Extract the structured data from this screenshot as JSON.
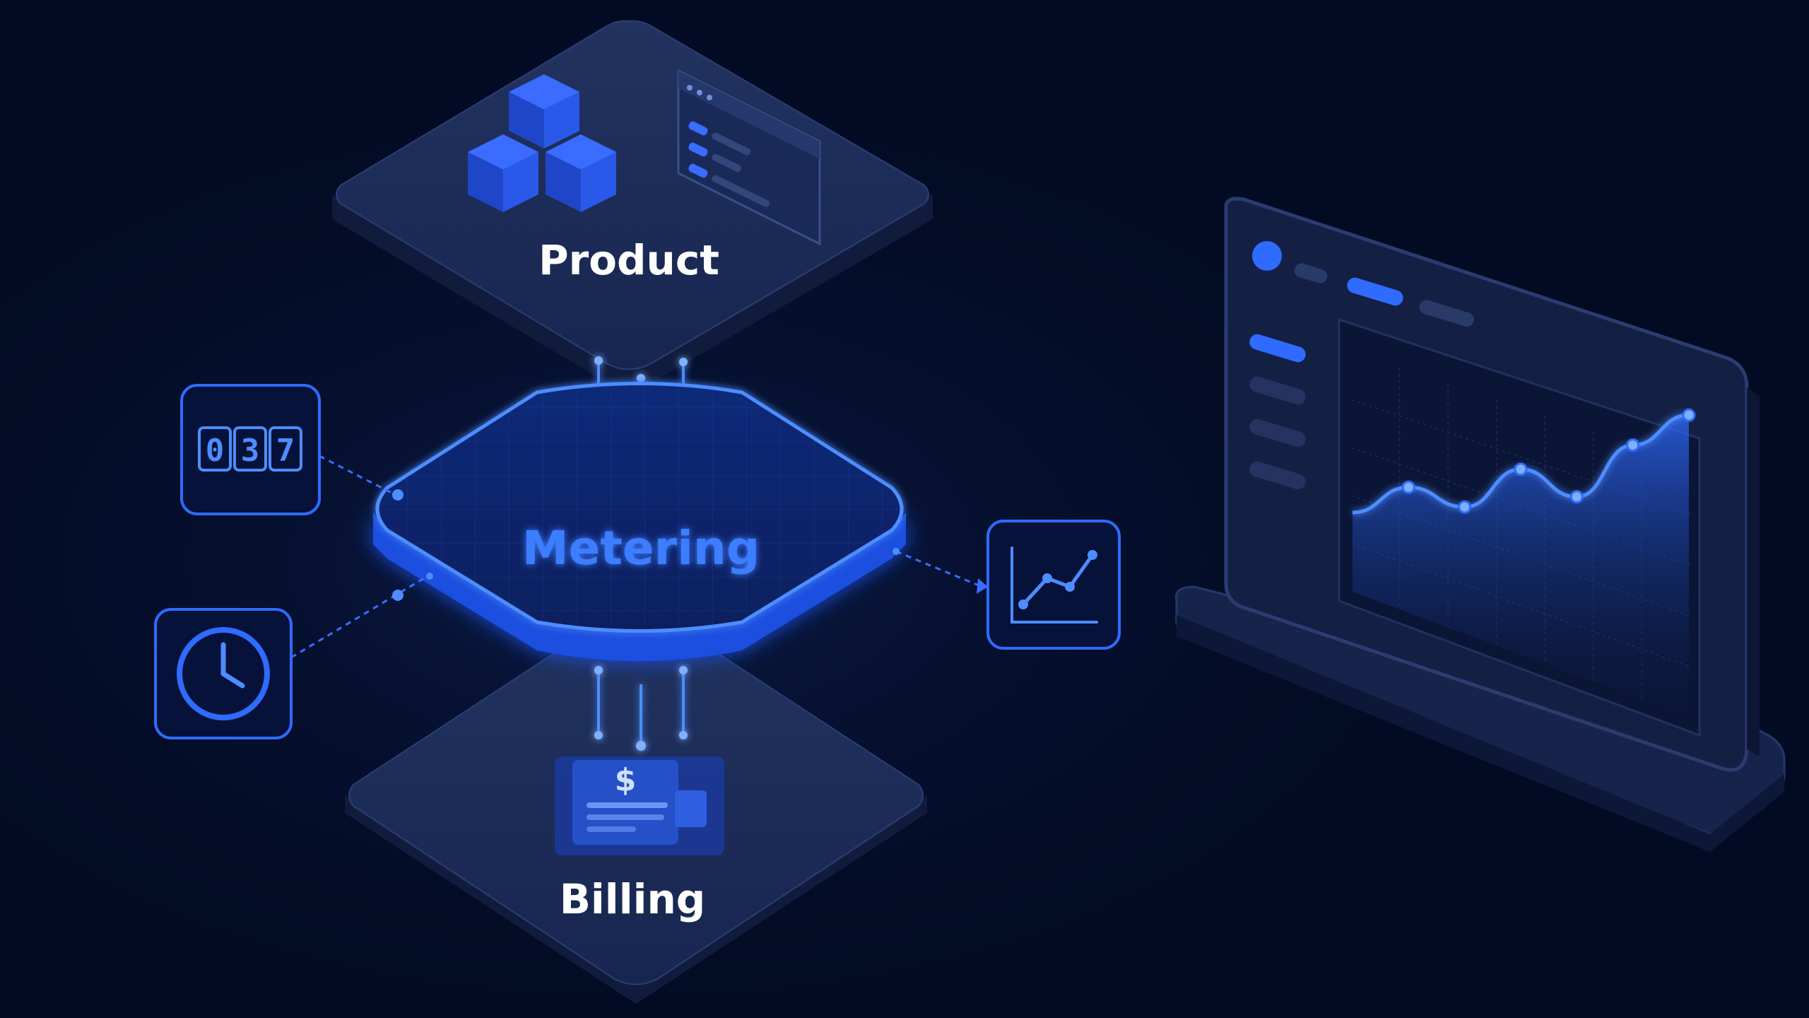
{
  "layers": {
    "product": {
      "label": "Product"
    },
    "metering": {
      "label": "Metering"
    },
    "billing": {
      "label": "Billing"
    }
  },
  "icons": {
    "counter": {
      "digits": [
        "0",
        "3",
        "7"
      ]
    },
    "invoice": {
      "symbol": "$"
    }
  },
  "dashboard": {
    "trend": [
      0.25,
      0.42,
      0.3,
      0.55,
      0.38,
      0.72,
      0.92
    ]
  },
  "colors": {
    "background": "#030b24",
    "slab_top": "#1b2a52",
    "slab_side": "#111c3d",
    "accent": "#2f6bff",
    "accent_glow": "#4d8dff",
    "metering_text": "#3e7dff",
    "label_text": "#ffffff"
  }
}
